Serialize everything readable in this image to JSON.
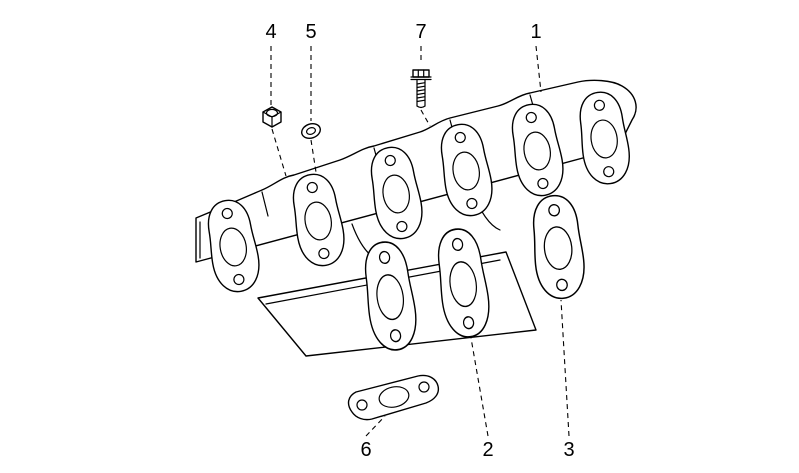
{
  "figure": {
    "callouts": [
      {
        "label": "4"
      },
      {
        "label": "5"
      },
      {
        "label": "7"
      },
      {
        "label": "1"
      },
      {
        "label": "6"
      },
      {
        "label": "2"
      },
      {
        "label": "3"
      }
    ],
    "colors": {
      "background": "#ffffff",
      "line": "#000000"
    }
  }
}
